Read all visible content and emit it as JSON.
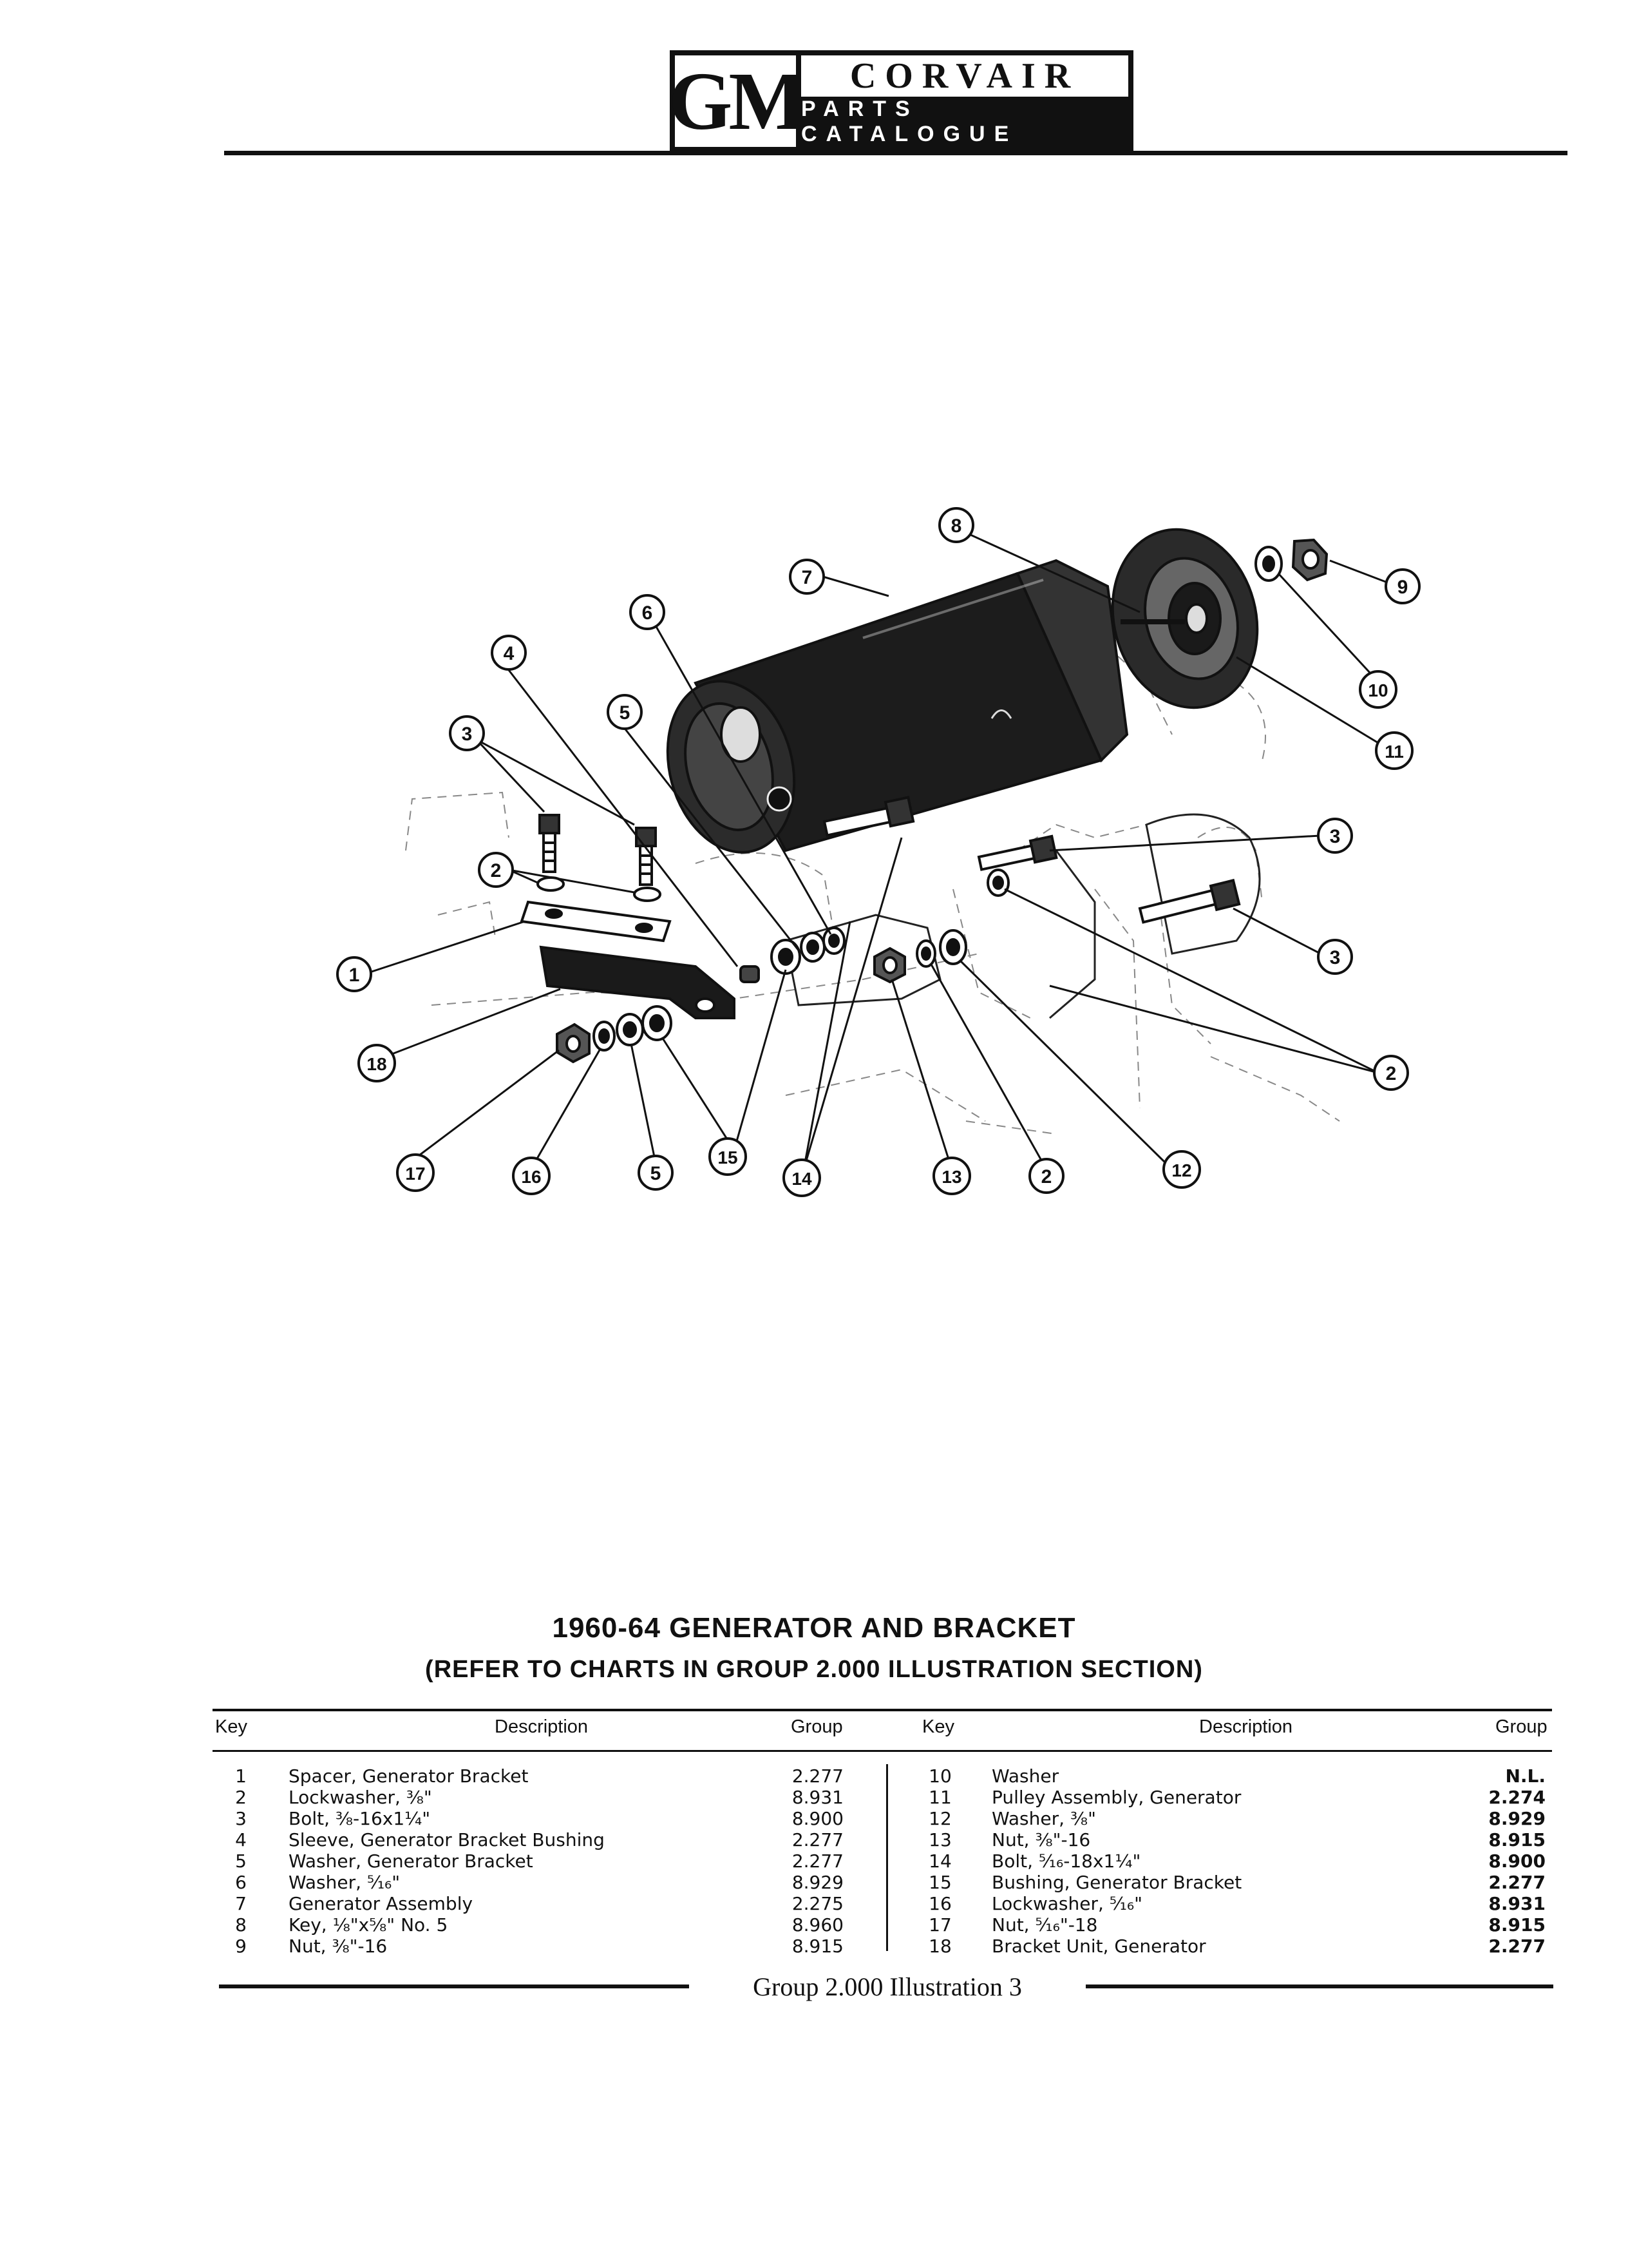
{
  "header": {
    "logo_text": "GM",
    "title": "CORVAIR",
    "subtitle": "PARTS CATALOGUE"
  },
  "illustration": {
    "callouts": [
      "1",
      "2",
      "3",
      "4",
      "5",
      "6",
      "7",
      "8",
      "9",
      "10",
      "11",
      "12",
      "13",
      "14",
      "15",
      "16",
      "17",
      "18"
    ]
  },
  "caption": {
    "title": "1960-64 GENERATOR AND BRACKET",
    "subtitle": "(REFER TO CHARTS IN GROUP 2.000 ILLUSTRATION SECTION)"
  },
  "table": {
    "headers": {
      "key": "Key",
      "description": "Description",
      "group": "Group"
    },
    "left_rows": [
      {
        "key": "1",
        "description": "Spacer, Generator Bracket",
        "group": "2.277"
      },
      {
        "key": "2",
        "description": "Lockwasher, ⅜\"",
        "group": "8.931"
      },
      {
        "key": "3",
        "description": "Bolt, ⅜-16x1¼\"",
        "group": "8.900"
      },
      {
        "key": "4",
        "description": "Sleeve, Generator Bracket Bushing",
        "group": "2.277"
      },
      {
        "key": "5",
        "description": "Washer, Generator Bracket",
        "group": "2.277"
      },
      {
        "key": "6",
        "description": "Washer, ⁵⁄₁₆\"",
        "group": "8.929"
      },
      {
        "key": "7",
        "description": "Generator Assembly",
        "group": "2.275"
      },
      {
        "key": "8",
        "description": "Key, ⅛\"x⅝\" No. 5",
        "group": "8.960"
      },
      {
        "key": "9",
        "description": "Nut, ⅜\"-16",
        "group": "8.915"
      }
    ],
    "right_rows": [
      {
        "key": "10",
        "description": "Washer",
        "group": "N.L."
      },
      {
        "key": "11",
        "description": "Pulley Assembly, Generator",
        "group": "2.274"
      },
      {
        "key": "12",
        "description": "Washer, ⅜\"",
        "group": "8.929"
      },
      {
        "key": "13",
        "description": "Nut, ⅜\"-16",
        "group": "8.915"
      },
      {
        "key": "14",
        "description": "Bolt, ⁵⁄₁₆-18x1¼\"",
        "group": "8.900"
      },
      {
        "key": "15",
        "description": "Bushing, Generator Bracket",
        "group": "2.277"
      },
      {
        "key": "16",
        "description": "Lockwasher, ⁵⁄₁₆\"",
        "group": "8.931"
      },
      {
        "key": "17",
        "description": "Nut, ⁵⁄₁₆\"-18",
        "group": "8.915"
      },
      {
        "key": "18",
        "description": "Bracket Unit, Generator",
        "group": "2.277"
      }
    ]
  },
  "footer": {
    "text": "Group 2.000 Illustration 3"
  }
}
